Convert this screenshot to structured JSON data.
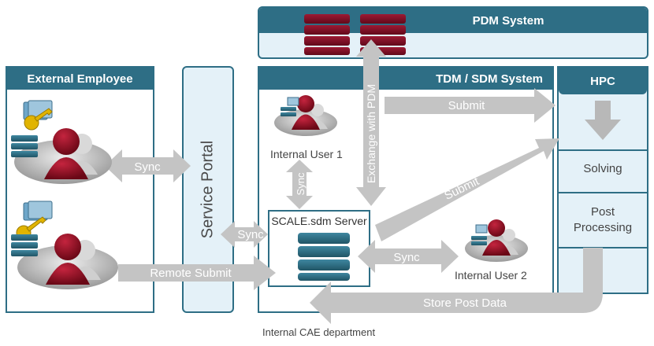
{
  "pdm": {
    "title": "PDM System"
  },
  "external": {
    "title": "External Employee"
  },
  "portal": {
    "title": "Service Portal"
  },
  "tdm": {
    "title": "TDM / SDM System"
  },
  "hpc": {
    "title": "HPC",
    "solving": "Solving",
    "post": "Post Processing"
  },
  "server": {
    "title": "SCALE.sdm Server"
  },
  "users": {
    "internal1": "Internal User 1",
    "internal2": "Internal User 2"
  },
  "arrows": {
    "sync_ext": "Sync",
    "sync_portal": "Sync",
    "sync_user1": "Sync",
    "sync_user2": "Sync",
    "remote_submit": "Remote Submit",
    "exchange_pdm": "Exchange with PDM",
    "submit_top": "Submit",
    "submit_diag": "Submit",
    "store_post": "Store Post Data"
  },
  "caption": "Internal CAE department",
  "colors": {
    "panel": "#2e6e85",
    "arrow": "#c2c2c2",
    "db_red": "#7b0f24",
    "db_blue": "#2f6f84",
    "user": "#8b1020"
  }
}
